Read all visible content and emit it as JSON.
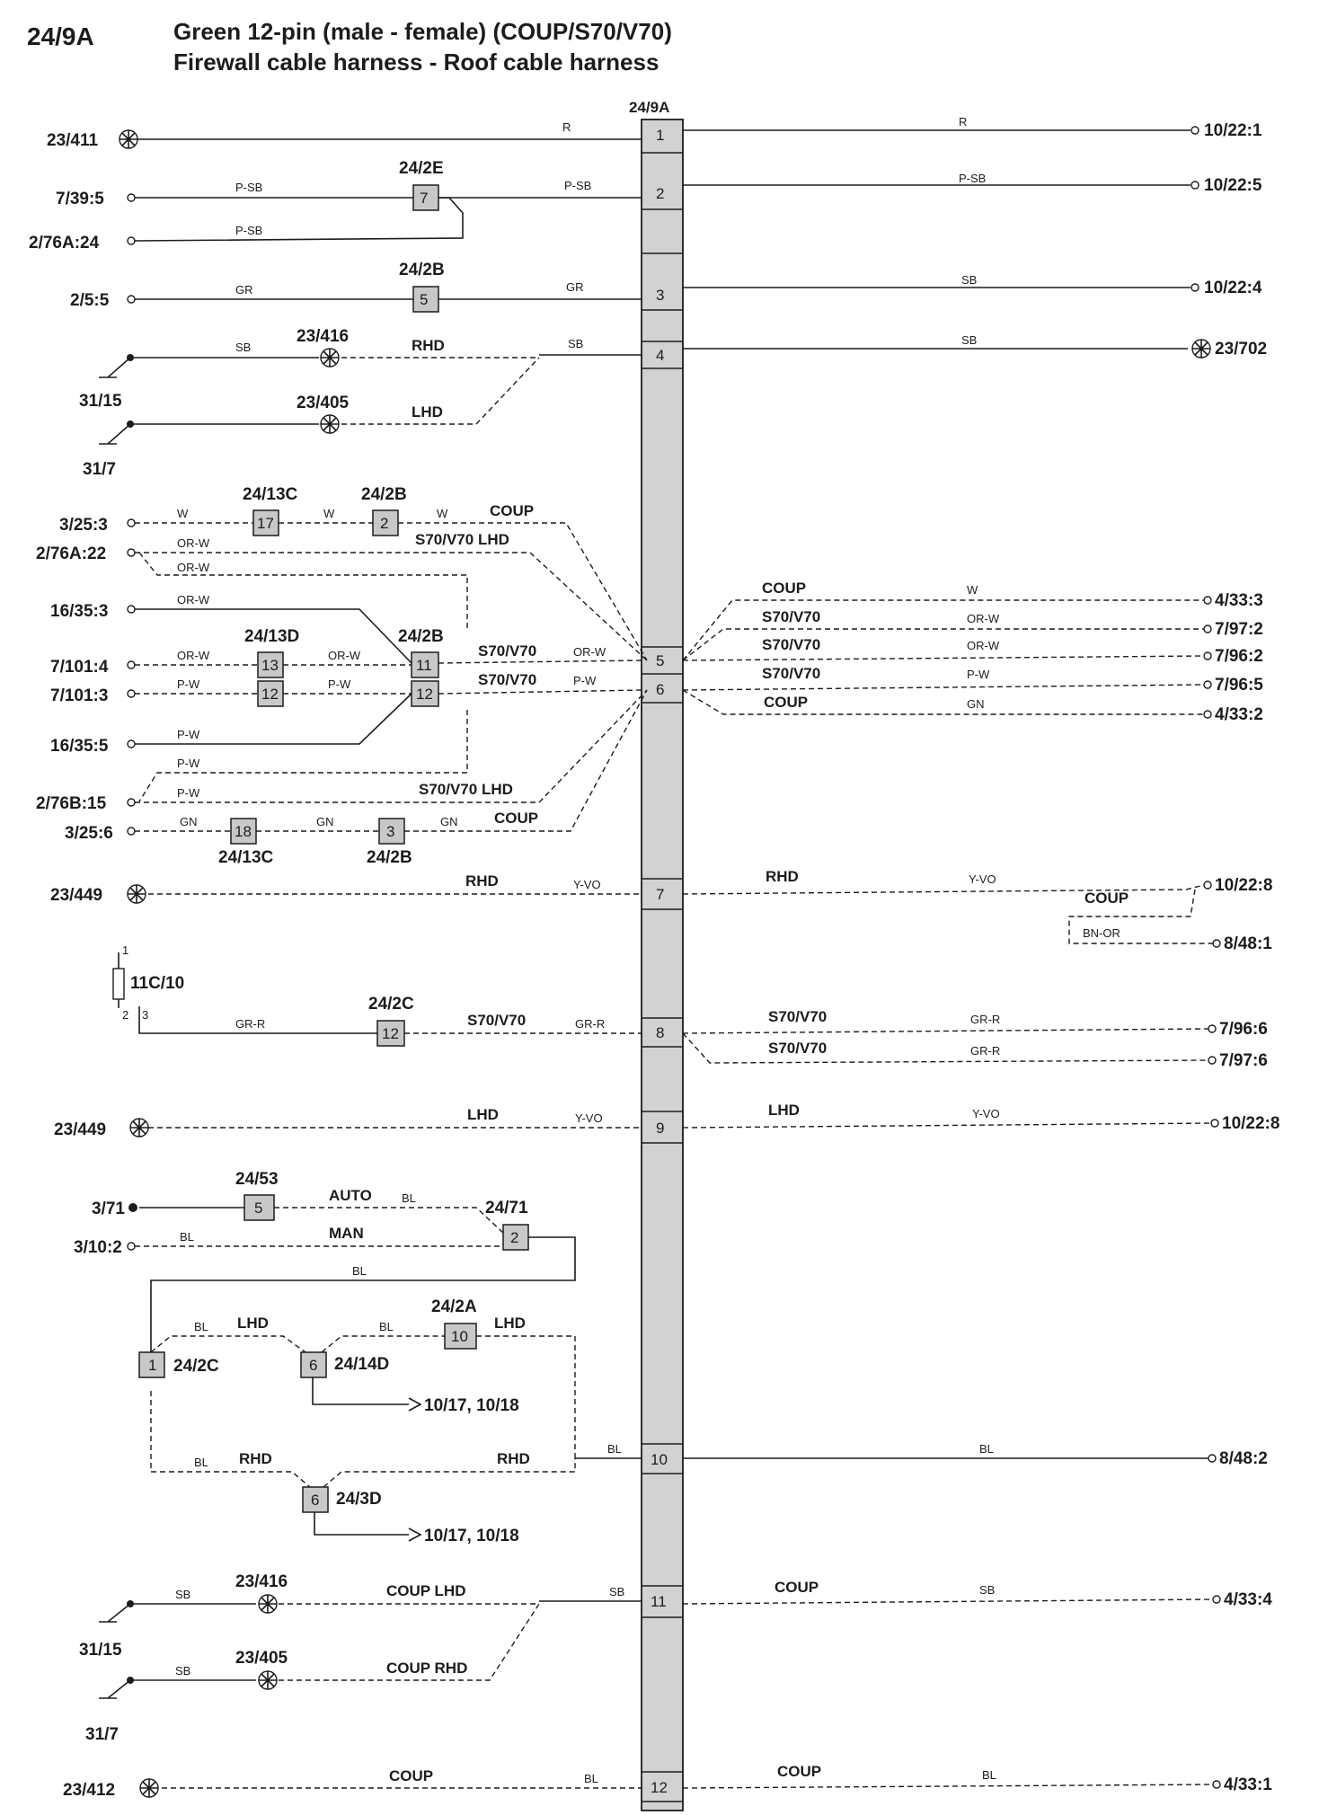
{
  "header": {
    "id": "24/9A",
    "title_line1": "Green 12-pin (male - female) (COUP/S70/V70)",
    "title_line2": "Firewall cable harness - Roof cable harness"
  },
  "connector": {
    "name": "24/9A",
    "pins": [
      "1",
      "2",
      "3",
      "4",
      "5",
      "6",
      "7",
      "8",
      "9",
      "10",
      "11",
      "12"
    ]
  },
  "left_terminals": [
    "23/411",
    "7/39:5",
    "2/76A:24",
    "2/5:5",
    "31/15",
    "31/7",
    "3/25:3",
    "2/76A:22",
    "16/35:3",
    "7/101:4",
    "7/101:3",
    "16/35:5",
    "2/76B:15",
    "3/25:6",
    "23/449",
    "11C/10",
    "23/449",
    "3/71",
    "3/10:2",
    "31/15",
    "31/7",
    "23/412"
  ],
  "right_terminals": [
    "10/22:1",
    "10/22:5",
    "10/22:4",
    "23/702",
    "4/33:3",
    "7/97:2",
    "7/96:2",
    "7/96:5",
    "4/33:2",
    "10/22:8",
    "8/48:1",
    "7/96:6",
    "7/97:6",
    "10/22:8",
    "8/48:2",
    "4/33:4",
    "4/33:1"
  ],
  "components": [
    "24/2E",
    "24/2B",
    "23/416",
    "23/405",
    "24/13C",
    "24/2B",
    "24/13D",
    "24/2B",
    "24/13C",
    "24/2B",
    "24/2C",
    "24/53",
    "24/71",
    "24/2A",
    "24/2C",
    "24/14D",
    "24/3D",
    "23/416",
    "23/405"
  ],
  "component_pins": [
    "7",
    "5",
    "17",
    "2",
    "13",
    "12",
    "11",
    "12",
    "18",
    "3",
    "12",
    "5",
    "2",
    "10",
    "1",
    "6",
    "6"
  ],
  "variants": [
    "RHD",
    "LHD",
    "COUP",
    "S70/V70 LHD",
    "S70/V70",
    "S70/V70",
    "S70/V70 LHD",
    "COUP",
    "RHD",
    "S70/V70",
    "LHD",
    "AUTO",
    "MAN",
    "LHD",
    "LHD",
    "RHD",
    "RHD",
    "COUP LHD",
    "COUP RHD",
    "COUP"
  ],
  "right_variants": [
    "COUP",
    "S70/V70",
    "S70/V70",
    "S70/V70",
    "COUP",
    "RHD",
    "COUP",
    "S70/V70",
    "S70/V70",
    "LHD",
    "COUP",
    "COUP"
  ],
  "wire_colors": [
    "R",
    "R",
    "P-SB",
    "P-SB",
    "P-SB",
    "P-SB",
    "GR",
    "GR",
    "SB",
    "SB",
    "SB",
    "SB",
    "W",
    "W",
    "W",
    "OR-W",
    "OR-W",
    "OR-W",
    "OR-W",
    "OR-W",
    "OR-W",
    "P-W",
    "P-W",
    "P-W",
    "P-W",
    "P-W",
    "P-W",
    "GN",
    "GN",
    "GN",
    "Y-VO",
    "W",
    "OR-W",
    "OR-W",
    "P-W",
    "GN",
    "Y-VO",
    "BN-OR",
    "GR-R",
    "GR-R",
    "GR-R",
    "GR-R",
    "Y-VO",
    "Y-VO",
    "BL",
    "BL",
    "BL",
    "BL",
    "BL",
    "BL",
    "BL",
    "BL",
    "SB",
    "SB",
    "SB",
    "SB",
    "BL",
    "BL"
  ],
  "destinations": [
    "10/17, 10/18",
    "10/17, 10/18"
  ],
  "fuse_pins": [
    "1",
    "2",
    "3"
  ]
}
